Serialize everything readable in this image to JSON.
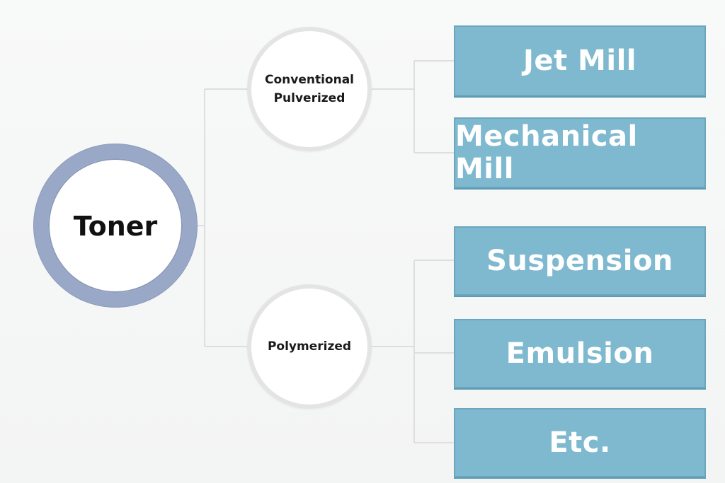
{
  "root": {
    "label": "Toner"
  },
  "branches": [
    {
      "label": "Conventional\nPulverized",
      "children": [
        "Jet Mill",
        "Mechanical Mill"
      ]
    },
    {
      "label": "Polymerized",
      "children": [
        "Suspension",
        "Emulsion",
        "Etc."
      ]
    }
  ],
  "colors": {
    "root_ring": "#9aa8c8",
    "mid_ring": "#e4e4e4",
    "leaf_fill": "#7fb9cf",
    "connector": "#dddddd"
  }
}
